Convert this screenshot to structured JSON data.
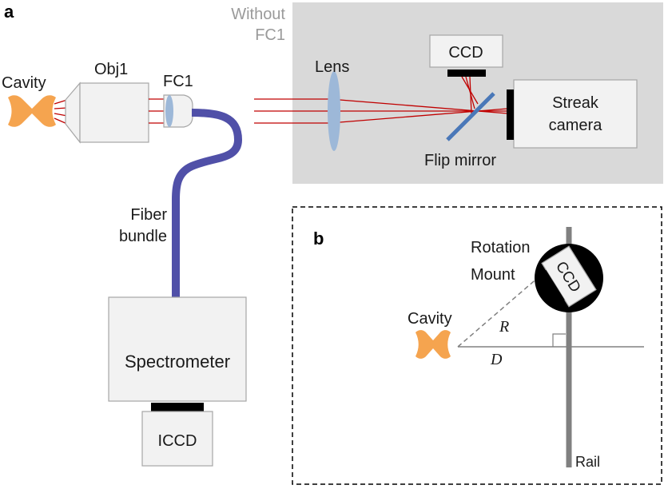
{
  "panel_a": {
    "label": "a",
    "without_line1": "Without",
    "without_line2": "FC1",
    "cavity": "Cavity",
    "obj1": "Obj1",
    "fc1": "FC1",
    "lens": "Lens",
    "ccd": "CCD",
    "streak_line1": "Streak",
    "streak_line2": "camera",
    "flip_mirror": "Flip mirror",
    "fiber_line1": "Fiber",
    "fiber_line2": "bundle",
    "spectrometer": "Spectrometer",
    "iccd": "ICCD"
  },
  "panel_b": {
    "label": "b",
    "rotation_line1": "Rotation",
    "rotation_line2": "Mount",
    "ccd": "CCD",
    "cavity": "Cavity",
    "r": "R",
    "d": "D",
    "rail": "Rail"
  },
  "colors": {
    "shaded_region": "#d9d9d9",
    "box_fill": "#f2f2f2",
    "box_stroke": "#a6a6a6",
    "laser": "#c00000",
    "fiber": "#5050a8",
    "lens": "#9db8d8",
    "mirror": "#4a78b8",
    "cavity": "#f5a44f",
    "rail": "#808080"
  }
}
